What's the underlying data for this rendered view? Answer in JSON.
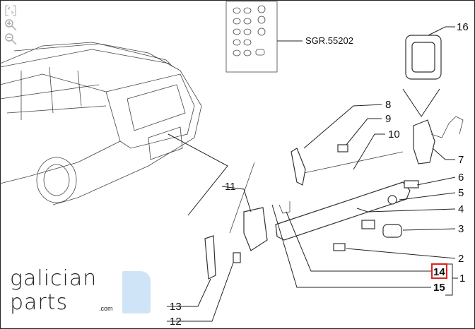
{
  "toolbar": {
    "fit_icon": "fit-screen-icon",
    "zoom_in_icon": "zoom-in-icon",
    "zoom_out_icon": "zoom-out-icon"
  },
  "diagram": {
    "reference": "SGR.55202",
    "callouts": {
      "c1": "1",
      "c2": "2",
      "c3": "3",
      "c4": "4",
      "c5": "5",
      "c6": "6",
      "c7": "7",
      "c8": "8",
      "c9": "9",
      "c10": "10",
      "c11": "11",
      "c12": "12",
      "c13": "13",
      "c14": "14",
      "c15": "15",
      "c16": "16"
    },
    "highlighted_callout": "14",
    "highlight_color": "#e02020"
  },
  "logo": {
    "line1": "galician",
    "line2": "parts",
    "suffix": ".com"
  }
}
